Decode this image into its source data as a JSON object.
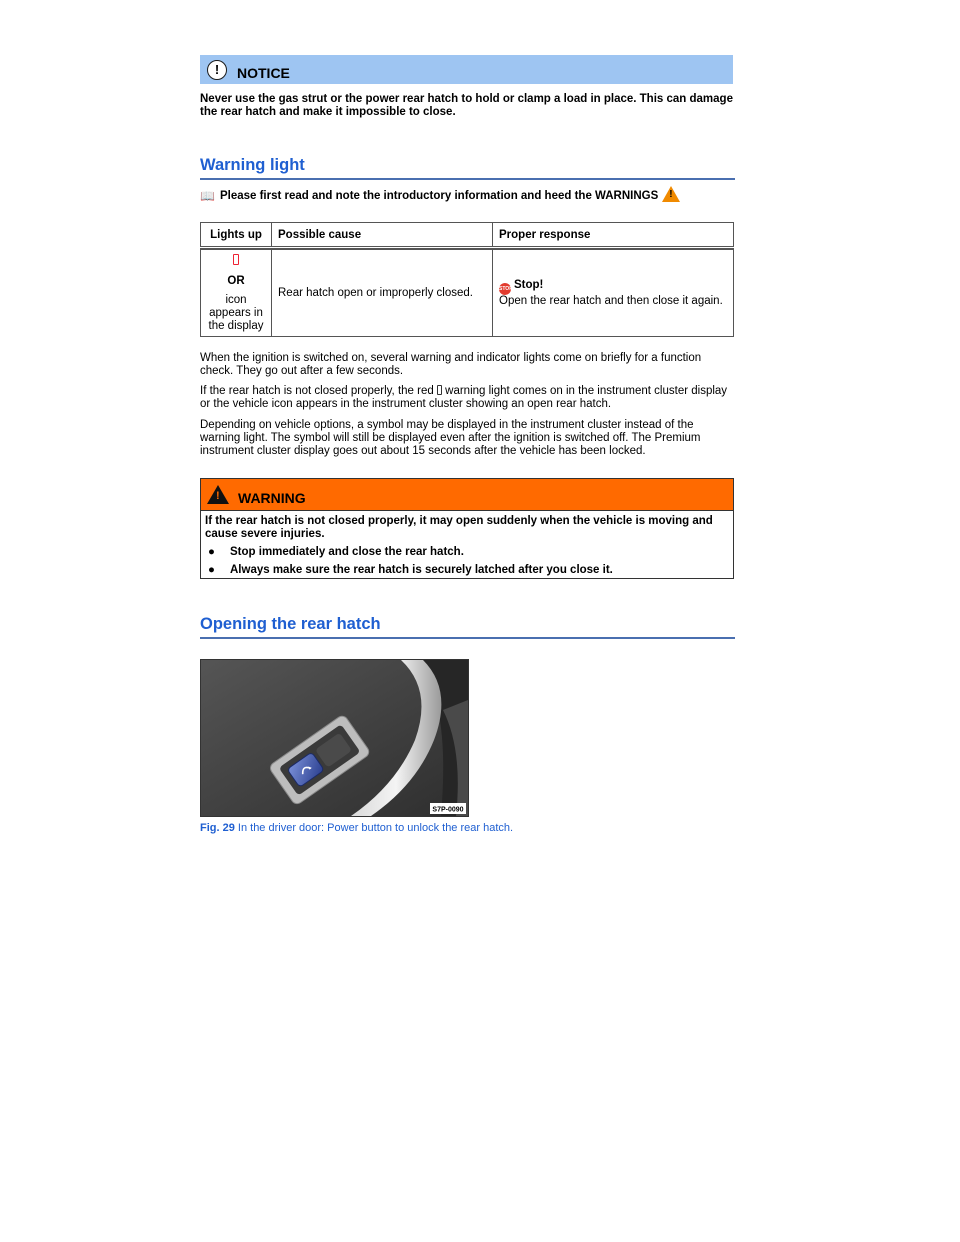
{
  "notice": {
    "title": "NOTICE",
    "text": "Never use the gas strut or the power rear hatch to hold or clamp a load in place. This can damage the rear hatch and make it impossible to close."
  },
  "warning_light": {
    "heading": "Warning light",
    "intro": "Please first read and note the introductory information and heed the WARNINGS",
    "table": {
      "headers": [
        "Lights up",
        "Possible cause",
        "Proper response"
      ],
      "row": {
        "lights_up_or": "OR",
        "lights_up_text": "icon appears in the display",
        "cause": "Rear hatch open or improperly closed.",
        "response_title": "Stop!",
        "response_text": "Open the rear hatch and then close it again."
      }
    },
    "para1": "When the ignition is switched on, several warning and indicator lights come on briefly for a function check. They go out after a few seconds.",
    "para2_before": "If the rear hatch is not closed properly, the red",
    "para2_after": "warning light comes on in the instrument cluster display or the vehicle icon appears in the instrument cluster showing an open rear hatch.",
    "para3": "Depending on vehicle options, a symbol may be displayed in the instrument cluster instead of the warning light. The symbol will still be displayed even after the ignition is switched off. The Premium instrument cluster display goes out about 15 seconds after the vehicle has been locked."
  },
  "warning_box": {
    "title": "WARNING",
    "text": "If the rear hatch is not closed properly, it may open suddenly when the vehicle is moving and cause severe injuries.",
    "items": [
      "Stop immediately and close the rear hatch.",
      "Always make sure the rear hatch is securely latched after you close it."
    ]
  },
  "opening": {
    "heading": "Opening the rear hatch",
    "figure_code": "S7P-0090",
    "caption_label": "Fig. 29",
    "caption_text": "In the driver door: Power button to unlock the rear hatch."
  },
  "icons": {
    "notice": "exclamation-circle-icon",
    "book": "book-icon",
    "warnings_triangle": "warning-triangle-icon",
    "stop": "stop-icon"
  },
  "colors": {
    "notice_bar": "#9ec5f2",
    "warning_bar": "#ff6a00",
    "heading": "#1f5fd1",
    "stop_red": "#e23b2e"
  }
}
